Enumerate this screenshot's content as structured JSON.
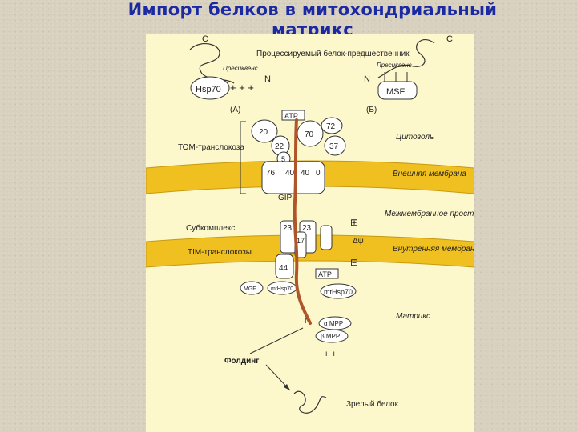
{
  "title": "Импорт белков в митохондриальный матрикс",
  "diagram": {
    "precursor": "Процессируемый белок-предшественник",
    "presequence_left": "Пресиквенс",
    "presequence_right": "Пресиквенс",
    "hsp70": "Hsp70",
    "msf": "MSF",
    "label_a": "(А)",
    "label_b": "(Б)",
    "atp_top": "ATP",
    "atp_bottom": "ATP",
    "tom_translocase": "ТОМ-транслокоза",
    "tim_translocase": "TIM-транслокозы",
    "subcomplex": "Субкомплекс",
    "cytosol": "Цитозоль",
    "outer_membrane": "Внешняя мембрана",
    "intermembrane_space": "Межмембранное пространство",
    "inner_membrane": "Внутренняя мембрана",
    "matrix": "Матрикс",
    "gip": "GIP",
    "delta_psi": "Δψ",
    "plus_sign": "⊞",
    "minus_sign": "⊟",
    "msf_matrix": "MGF",
    "mthsp70_a": "mtHsp70",
    "mthsp70_b": "mtHsp70",
    "alpha_mpp": "α MPP",
    "beta_mpp": "β MPP",
    "folding": "Фолдинг",
    "mature_protein": "Зрелый белок",
    "tom_numbers": [
      "20",
      "22",
      "5",
      "70",
      "72",
      "37",
      "76",
      "40",
      "40",
      "0"
    ],
    "tim_numbers": [
      "23",
      "23",
      "17",
      "44"
    ],
    "terminus_c": "C",
    "terminus_n": "N",
    "colors": {
      "membrane": "#f0c020",
      "membrane_edge": "#c79a10",
      "import_path": "#b0552a",
      "title": "#1b2aa3",
      "panel": "#fdf7cc"
    }
  }
}
